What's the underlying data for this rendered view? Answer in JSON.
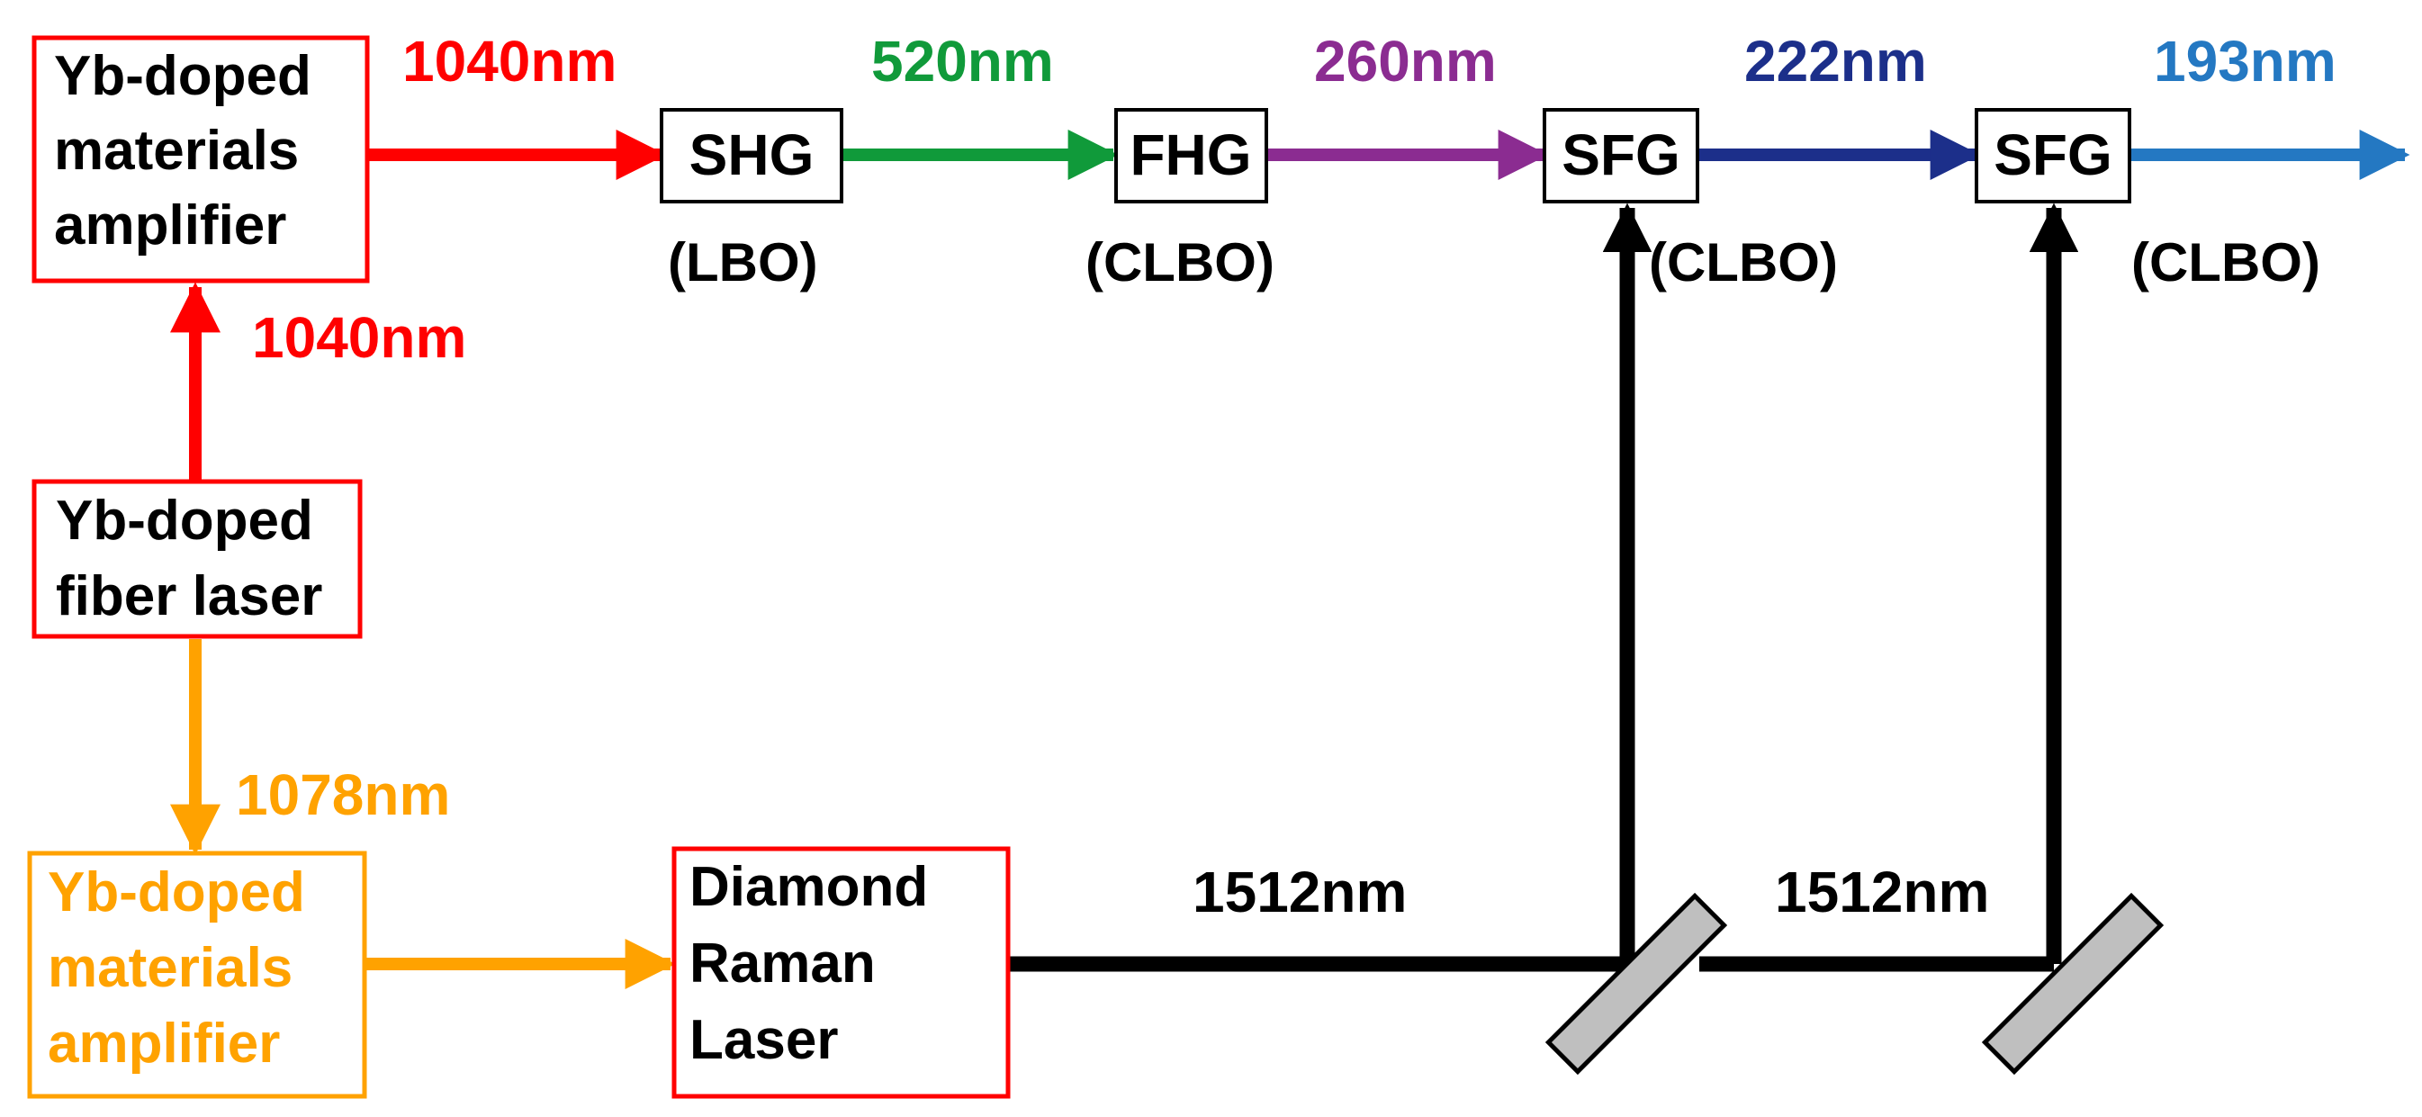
{
  "colors": {
    "red": "#ff0000",
    "green": "#109a3a",
    "purple": "#8b2c91",
    "navy": "#1c2f8a",
    "blue": "#2478c2",
    "orange": "#ffa200",
    "black": "#000000",
    "mirror": "#bfbfbf"
  },
  "boxes": {
    "amp_top": [
      "Yb-doped",
      "materials",
      "amplifier"
    ],
    "fiber_laser": [
      "Yb-doped",
      "fiber laser"
    ],
    "amp_bottom": [
      "Yb-doped",
      "materials",
      "amplifier"
    ],
    "raman": [
      "Diamond",
      "Raman",
      "Laser"
    ],
    "shg": "SHG",
    "fhg": "FHG",
    "sfg1": "SFG",
    "sfg2": "SFG"
  },
  "crystals": {
    "shg": "(LBO)",
    "fhg": "(CLBO)",
    "sfg1": "(CLBO)",
    "sfg2": "(CLBO)"
  },
  "wavelengths": {
    "w1040_top": "1040nm",
    "w520": "520nm",
    "w260": "260nm",
    "w222": "222nm",
    "w193": "193nm",
    "w1040_side": "1040nm",
    "w1078": "1078nm",
    "w1512_a": "1512nm",
    "w1512_b": "1512nm"
  }
}
